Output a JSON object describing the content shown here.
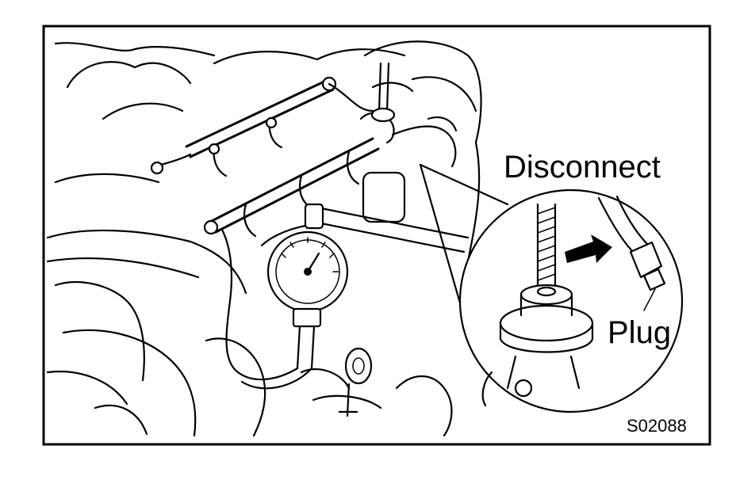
{
  "diagram": {
    "callouts": {
      "disconnect": "Disconnect",
      "plug": "Plug"
    },
    "figure_code": "S02088",
    "colors": {
      "line": "#000000",
      "background": "#ffffff"
    }
  }
}
